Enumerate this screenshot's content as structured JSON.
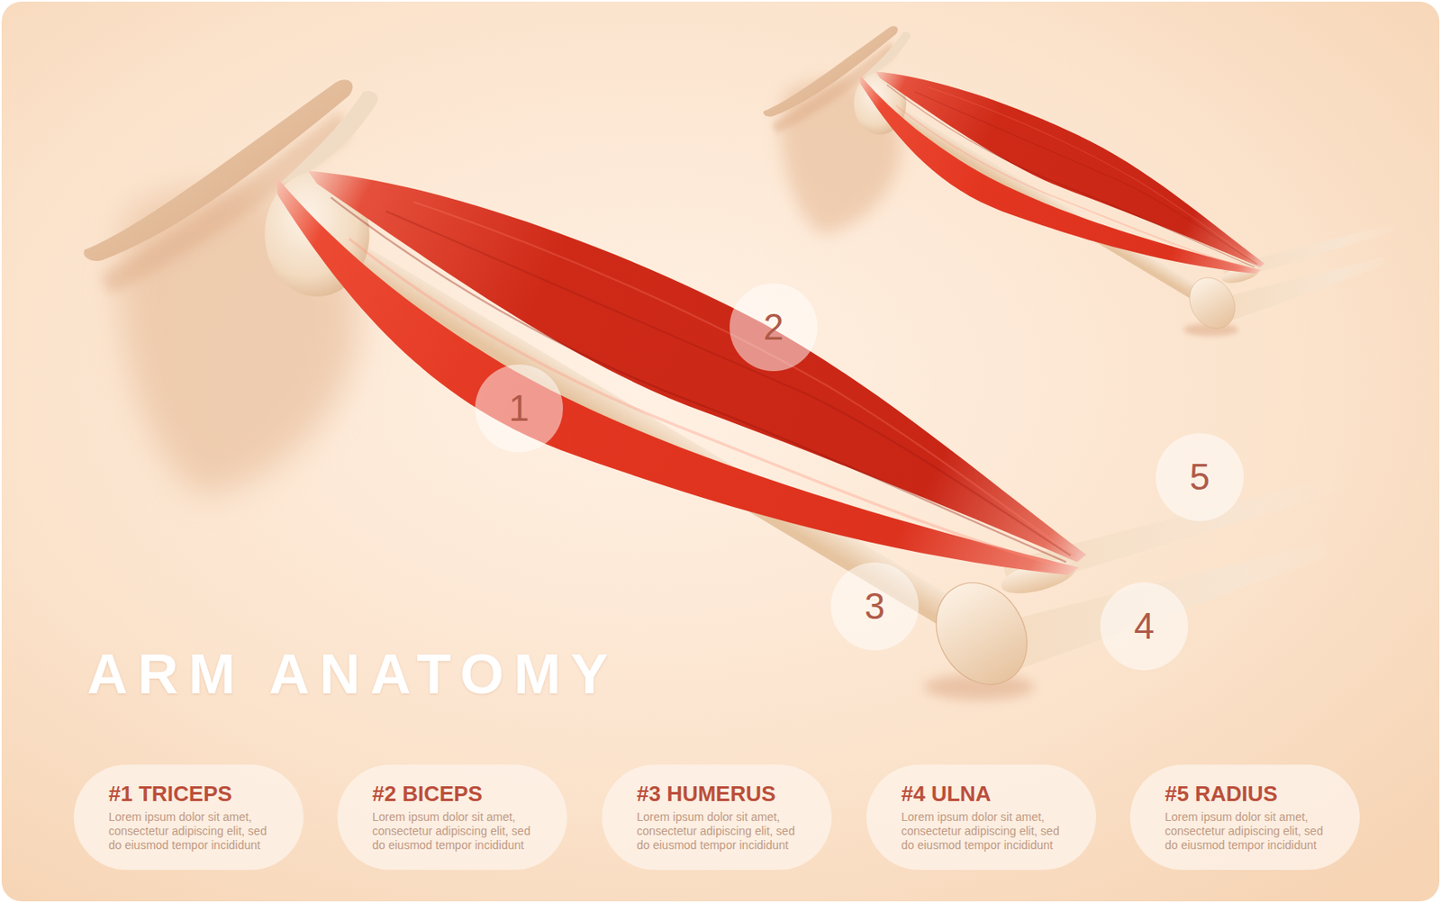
{
  "diagram": {
    "title": "ARM ANATOMY",
    "nodes": [
      {
        "text": [
          "1"
        ]
      },
      {
        "text": [
          "2"
        ]
      },
      {
        "text": [
          "3"
        ]
      },
      {
        "text": [
          "4"
        ]
      },
      {
        "text": [
          "5"
        ]
      },
      {
        "text": [
          "#1 TRICEPS",
          "Lorem ipsum dolor sit amet, consectetur adipiscing elit, sed do eiusmod tempor incididunt"
        ]
      },
      {
        "text": [
          "#2 BICEPS",
          "Lorem ipsum dolor sit amet, consectetur adipiscing elit, sed do eiusmod tempor incididunt"
        ]
      },
      {
        "text": [
          "#3 HUMERUS",
          "Lorem ipsum dolor sit amet, consectetur adipiscing elit, sed do eiusmod tempor incididunt"
        ]
      },
      {
        "text": [
          "#4 ULNA",
          "Lorem ipsum dolor sit amet, consectetur adipiscing elit, sed do eiusmod tempor incididunt"
        ]
      },
      {
        "text": [
          "#5 RADIUS",
          "Lorem ipsum dolor sit amet, consectetur adipiscing elit, sed do eiusmod tempor incididunt"
        ]
      }
    ]
  }
}
